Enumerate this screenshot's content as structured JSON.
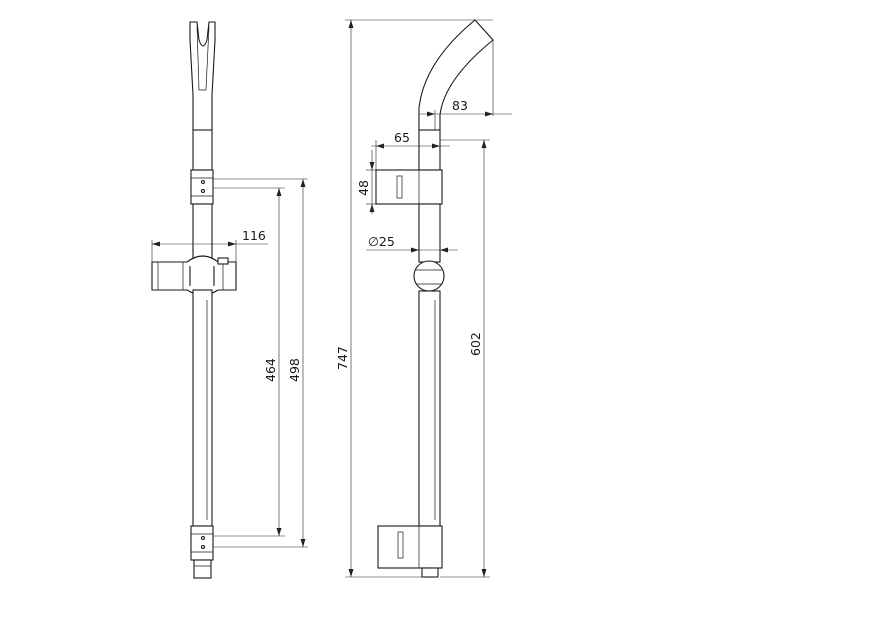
{
  "drawing": {
    "dimensions": {
      "d116": "116",
      "d464": "464",
      "d498": "498",
      "d747": "747",
      "d83": "83",
      "d65": "65",
      "d48": "48",
      "d25": "∅25",
      "d602": "602"
    }
  }
}
